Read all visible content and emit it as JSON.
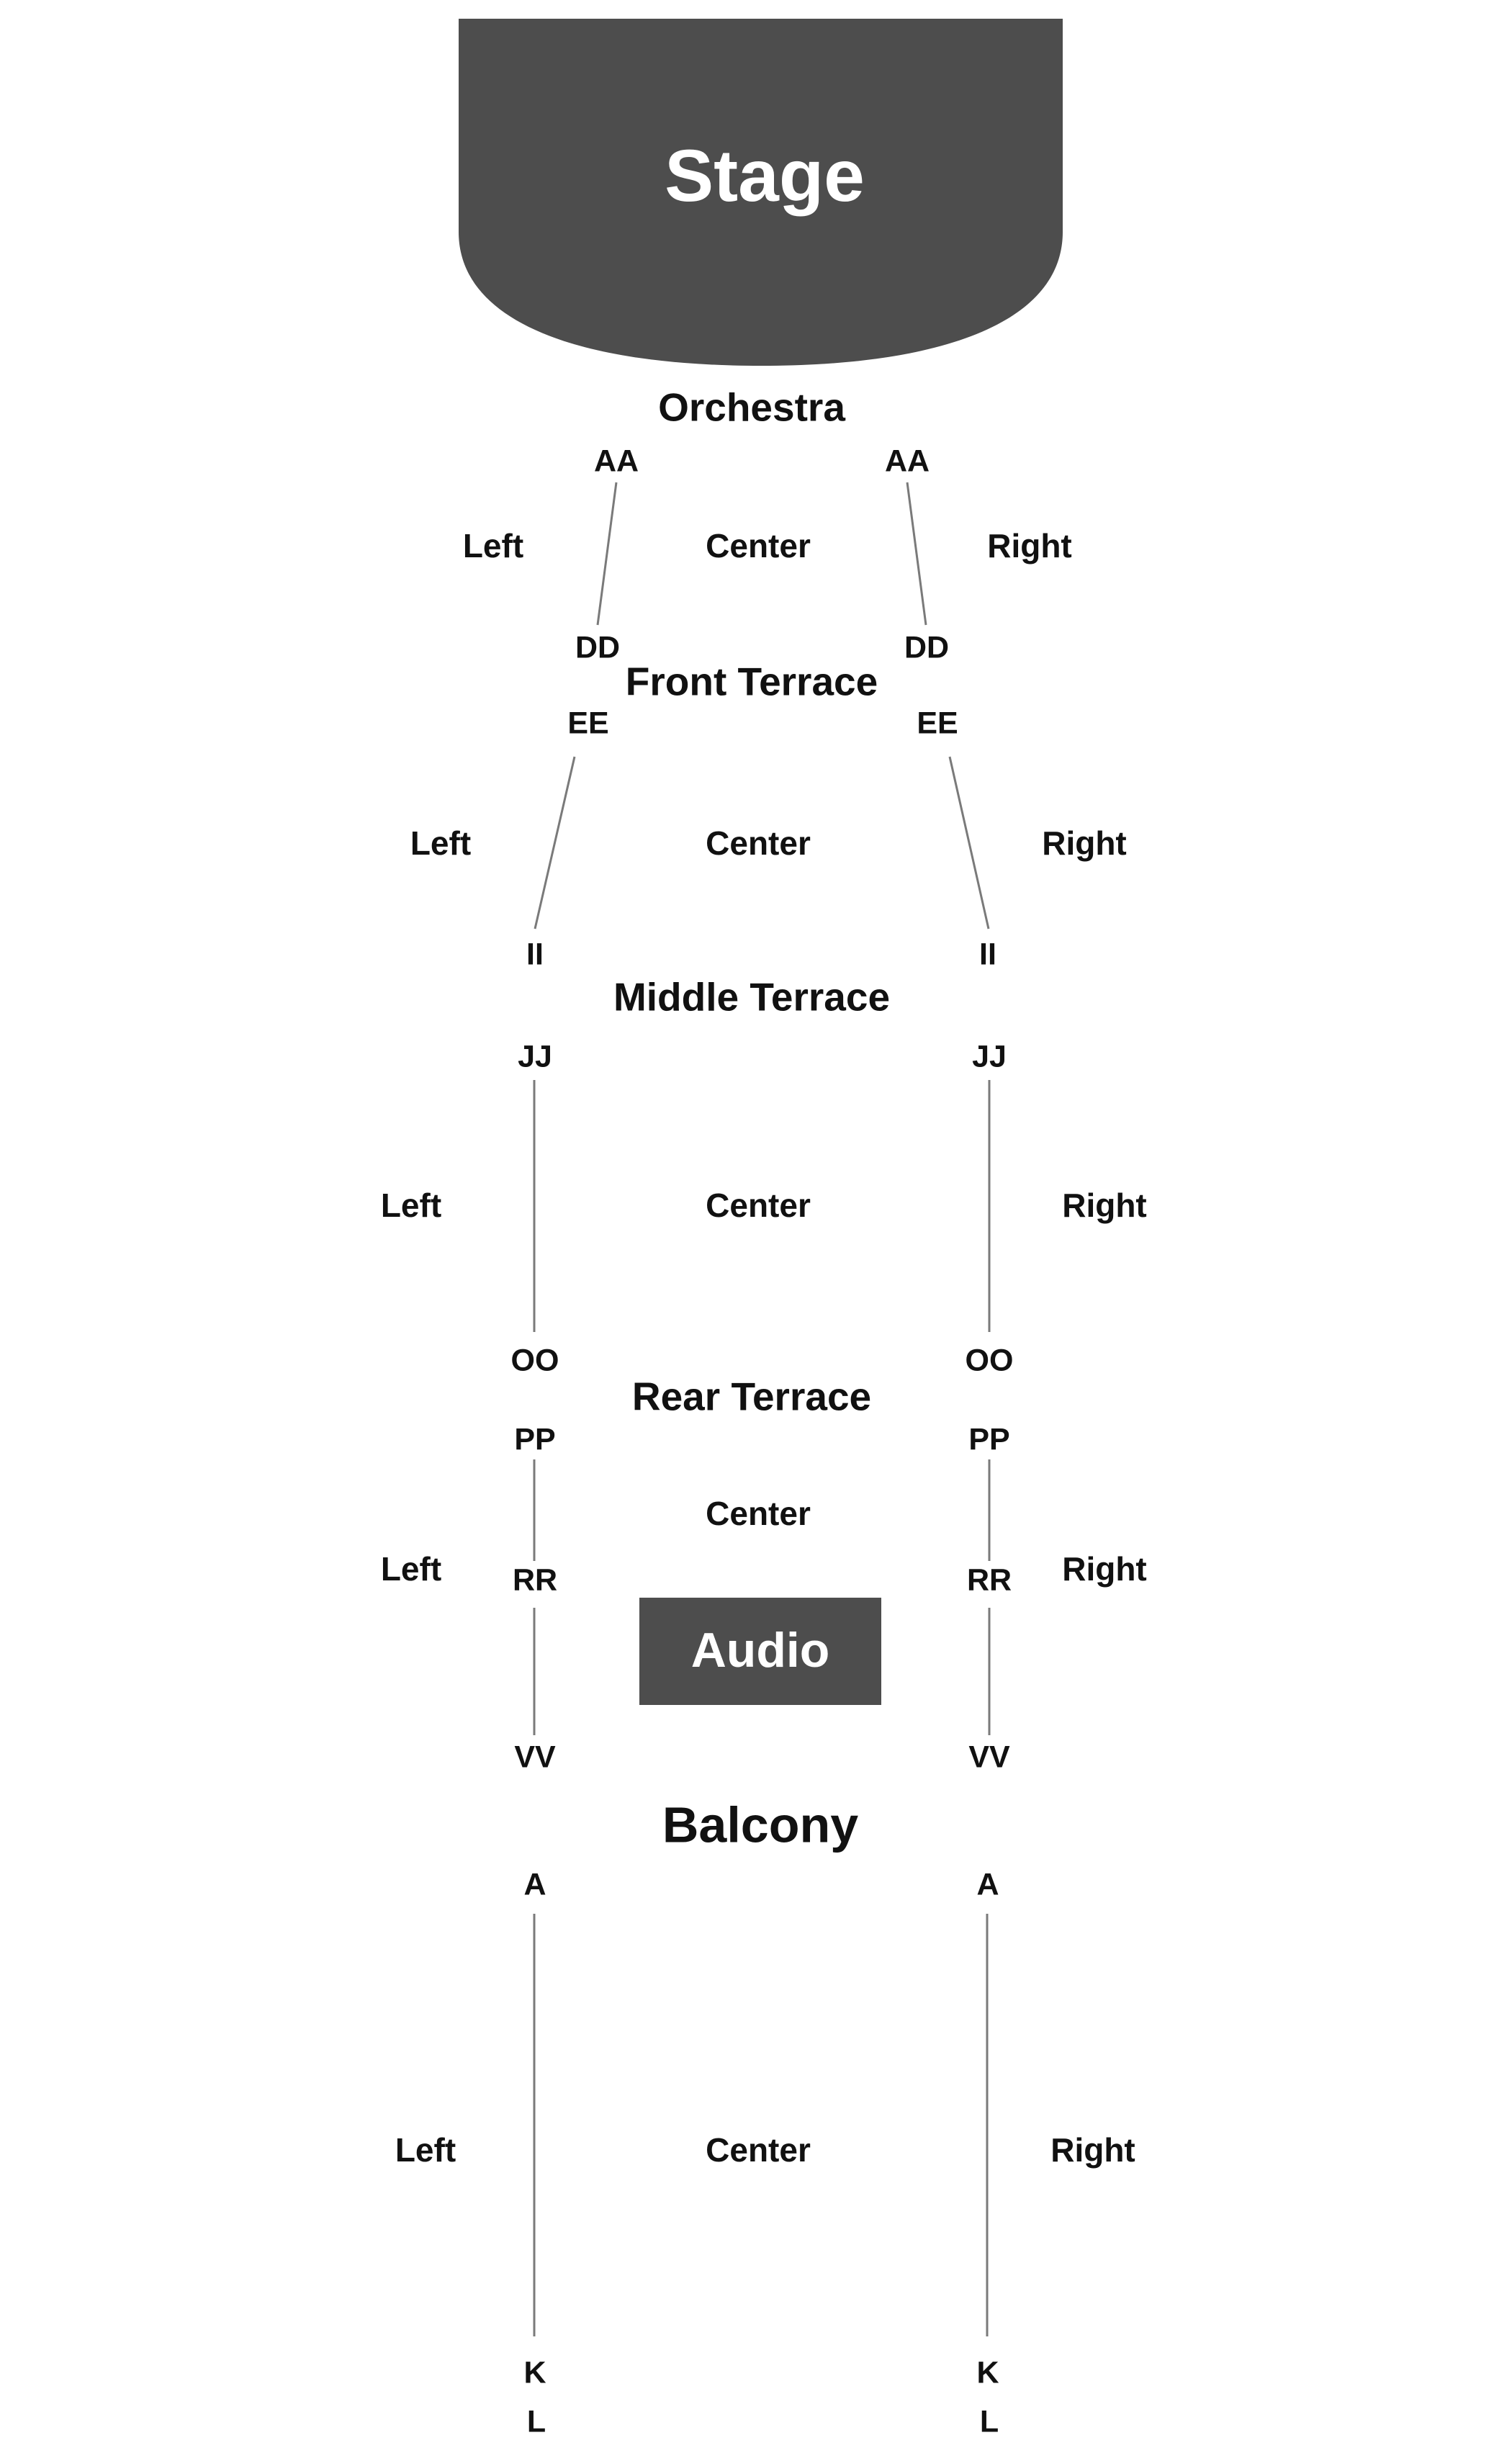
{
  "colors": {
    "stage_fill": "#4d4d4d",
    "audio_fill": "#4d4d4d",
    "row_line": "#7a7a7a",
    "text": "#111111",
    "text_on_dark": "#ffffff"
  },
  "stage": {
    "label": "Stage"
  },
  "audio": {
    "label": "Audio"
  },
  "levels": {
    "orchestra": {
      "title": "Orchestra",
      "sections": {
        "left": "Left",
        "center": "Center",
        "right": "Right"
      },
      "rows": {
        "left_first": "AA",
        "left_last": "DD",
        "right_first": "AA",
        "right_last": "DD"
      }
    },
    "front_terrace": {
      "title": "Front Terrace",
      "sections": {
        "left": "Left",
        "center": "Center",
        "right": "Right"
      },
      "rows": {
        "left_first": "EE",
        "left_last": "II",
        "right_first": "EE",
        "right_last": "II"
      }
    },
    "middle_terrace": {
      "title": "Middle Terrace",
      "sections": {
        "left": "Left",
        "center": "Center",
        "right": "Right"
      },
      "rows": {
        "left_first": "JJ",
        "left_last": "OO",
        "right_first": "JJ",
        "right_last": "OO"
      }
    },
    "rear_terrace": {
      "title": "Rear Terrace",
      "sections": {
        "left": "Left",
        "center": "Center",
        "right": "Right"
      },
      "rows": {
        "left_first": "PP",
        "left_mid": "RR",
        "left_last": "VV",
        "right_first": "PP",
        "right_mid": "RR",
        "right_last": "VV"
      }
    },
    "balcony": {
      "title": "Balcony",
      "sections": {
        "left": "Left",
        "center": "Center",
        "right": "Right"
      },
      "rows": {
        "left_first": "A",
        "left_last": "K",
        "left_extra": "L",
        "right_first": "A",
        "right_last": "K",
        "right_extra": "L"
      }
    }
  }
}
